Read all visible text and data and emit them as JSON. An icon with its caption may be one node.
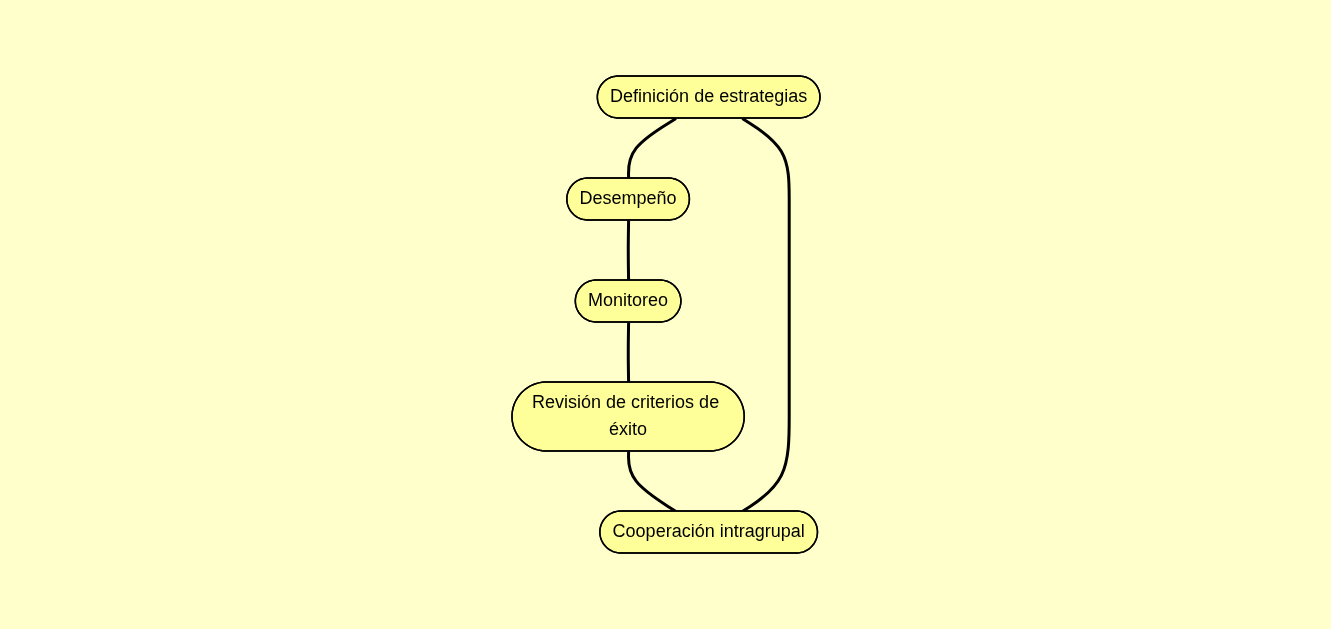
{
  "diagram": {
    "nodes": [
      {
        "text": [
          "Definición de estrategias"
        ]
      },
      {
        "text": [
          "Cooperación intragrupal"
        ]
      },
      {
        "text": [
          "Desempeño"
        ]
      },
      {
        "text": [
          "Revisión de criterios de éxito"
        ]
      },
      {
        "text": [
          "Monitoreo"
        ]
      }
    ],
    "edges": [
      {
        "from": 0,
        "to": 2,
        "arrow": "none"
      },
      {
        "from": 2,
        "to": 4,
        "arrow": "none"
      },
      {
        "from": 4,
        "to": 3,
        "arrow": "none"
      },
      {
        "from": 3,
        "to": 1,
        "arrow": "none"
      },
      {
        "from": 1,
        "to": 0,
        "arrow": "none"
      }
    ]
  }
}
